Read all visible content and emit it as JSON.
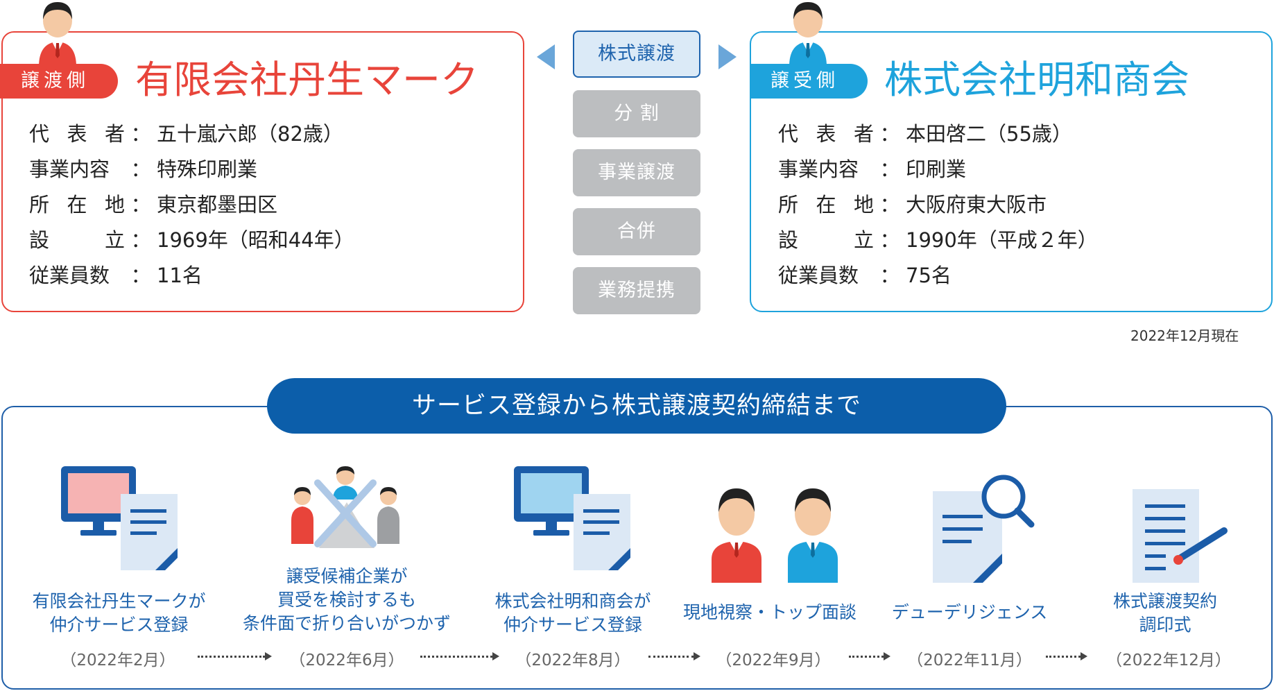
{
  "seller": {
    "tag": "譲渡側",
    "name": "有限会社丹生マーク",
    "rows": [
      {
        "label": "代表者",
        "value": "五十嵐六郎（82歳）"
      },
      {
        "label": "事業内容",
        "value": "特殊印刷業"
      },
      {
        "label": "所在地",
        "value": "東京都墨田区"
      },
      {
        "label": "設立",
        "value": "1969年（昭和44年）"
      },
      {
        "label": "従業員数",
        "value": "11名"
      }
    ]
  },
  "buyer": {
    "tag": "譲受側",
    "name": "株式会社明和商会",
    "rows": [
      {
        "label": "代表者",
        "value": "本田啓二（55歳）"
      },
      {
        "label": "事業内容",
        "value": "印刷業"
      },
      {
        "label": "所在地",
        "value": "大阪府東大阪市"
      },
      {
        "label": "設立",
        "value": "1990年（平成２年）"
      },
      {
        "label": "従業員数",
        "value": "75名"
      }
    ]
  },
  "colon": "：",
  "transaction_types": [
    "株式譲渡",
    "分 割",
    "事業譲渡",
    "合併",
    "業務提携"
  ],
  "as_of": "2022年12月現在",
  "flow": {
    "title": "サービス登録から株式譲渡契約締結まで",
    "steps": [
      {
        "line1": "有限会社丹生マークが",
        "line2": "仲介サービス登録",
        "line3": "",
        "date": "（2022年2月）"
      },
      {
        "line1": "譲受候補企業が",
        "line2": "買受を検討するも",
        "line3": "条件面で折り合いがつかず",
        "date": "（2022年6月）"
      },
      {
        "line1": "株式会社明和商会が",
        "line2": "仲介サービス登録",
        "line3": "",
        "date": "（2022年8月）"
      },
      {
        "line1": "現地視察・トップ面談",
        "line2": "",
        "line3": "",
        "date": "（2022年9月）"
      },
      {
        "line1": "デューデリジェンス",
        "line2": "",
        "line3": "",
        "date": "（2022年11月）"
      },
      {
        "line1": "株式譲渡契約",
        "line2": "調印式",
        "line3": "",
        "date": "（2022年12月）"
      }
    ]
  },
  "colors": {
    "seller": "#e8443a",
    "buyer": "#1ea3dc",
    "navy": "#0c5eaa",
    "gray": "#bcbec0"
  }
}
